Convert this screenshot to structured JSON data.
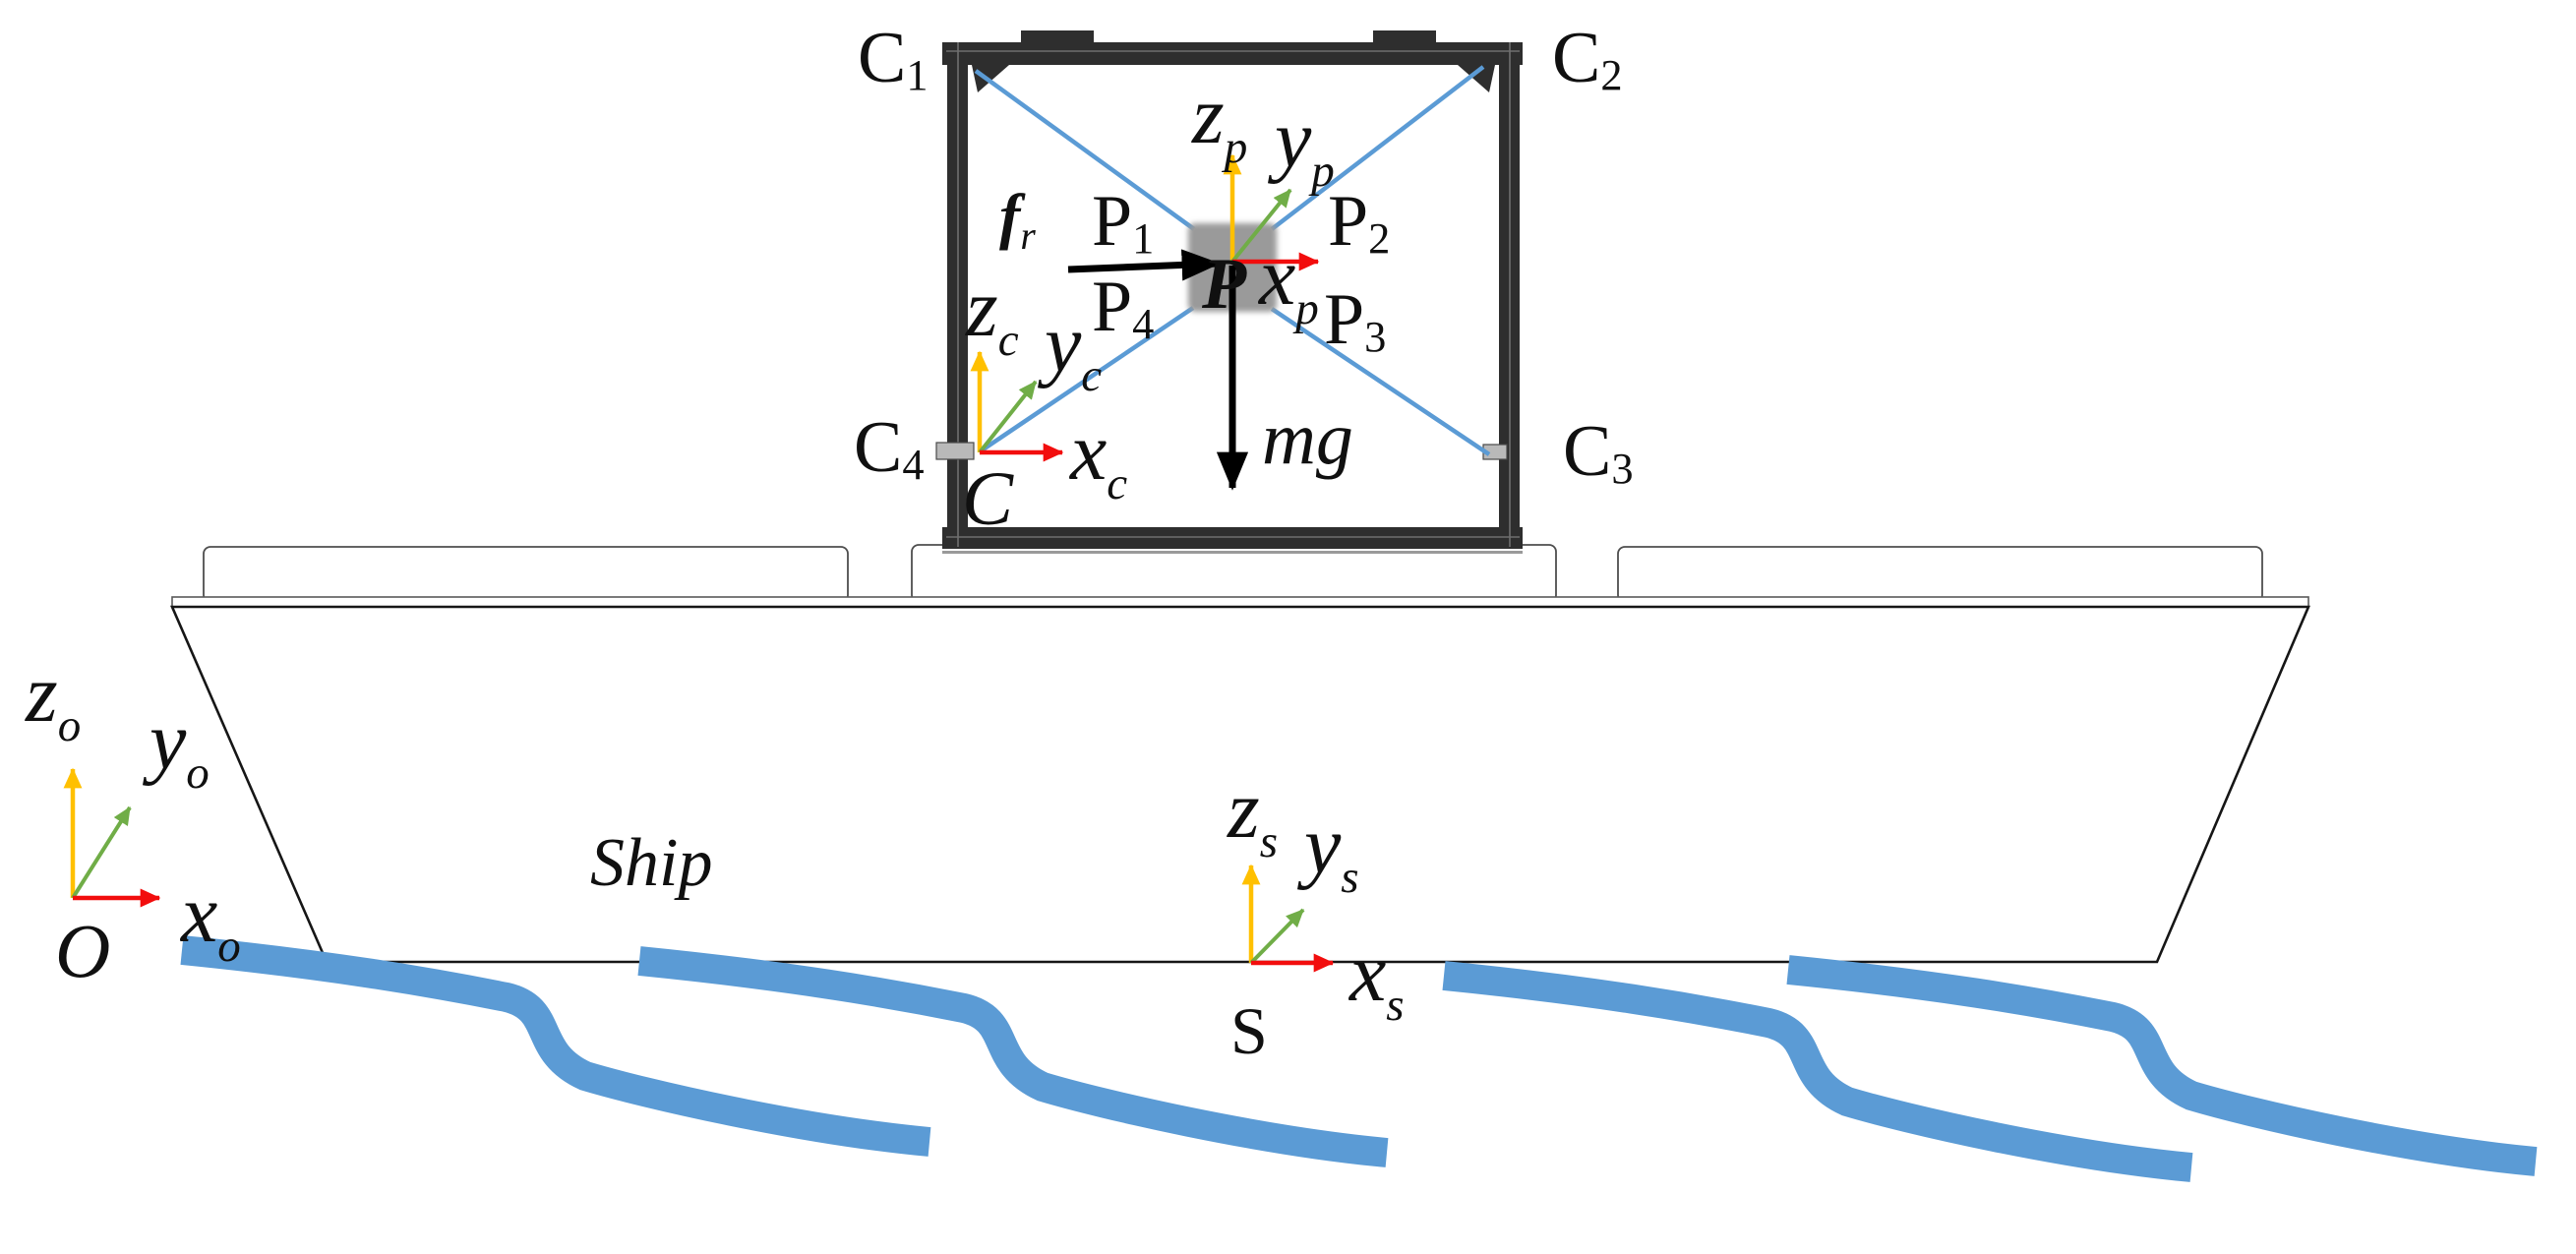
{
  "figure": {
    "labels": {
      "frame_corners": {
        "c1": {
          "main": "C",
          "sub": "1"
        },
        "c2": {
          "main": "C",
          "sub": "2"
        },
        "c3": {
          "main": "C",
          "sub": "3"
        },
        "c4": {
          "main": "C",
          "sub": "4"
        }
      },
      "platform_points": {
        "p1": {
          "main": "P",
          "sub": "1"
        },
        "p2": {
          "main": "P",
          "sub": "2"
        },
        "p3": {
          "main": "P",
          "sub": "3"
        },
        "p4": {
          "main": "P",
          "sub": "4"
        }
      },
      "axes": {
        "zp": {
          "main": "z",
          "sub": "p"
        },
        "yp": {
          "main": "y",
          "sub": "p"
        },
        "xp": {
          "main": "x",
          "sub": "p"
        },
        "zc": {
          "main": "z",
          "sub": "c"
        },
        "yc": {
          "main": "y",
          "sub": "c"
        },
        "xc": {
          "main": "x",
          "sub": "c"
        },
        "zo": {
          "main": "z",
          "sub": "o"
        },
        "yo": {
          "main": "y",
          "sub": "o"
        },
        "xo": {
          "main": "x",
          "sub": "o"
        },
        "zs": {
          "main": "z",
          "sub": "s"
        },
        "ys": {
          "main": "y",
          "sub": "s"
        },
        "xs": {
          "main": "x",
          "sub": "s"
        }
      },
      "origins": {
        "platform": "P",
        "cable_frame": "C",
        "world": "O",
        "ship_frame": "S"
      },
      "force": {
        "main": "f",
        "sub": "r"
      },
      "gravity": "mg",
      "ship": "Ship"
    },
    "colors": {
      "wave_blue": "#5b9bd5",
      "cable_blue": "#5b9bd5",
      "axis_z_yellow": "#ffc000",
      "axis_y_green": "#70ad47",
      "axis_x_red": "#f20d0d",
      "force_black": "#000000",
      "frame_dark": "#2e2e2e",
      "platform_gray": "#9a9a9a"
    }
  }
}
